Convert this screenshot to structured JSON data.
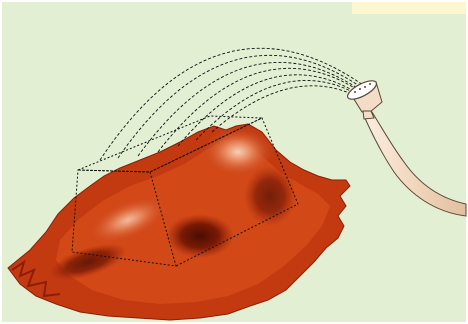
{
  "scene": {
    "subject": "terrain-surface-with-watering-spray",
    "icons": [
      "terrain-mesh",
      "bounding-box-wireframe",
      "water-spray-arcs",
      "hose-nozzle-icon",
      "hose-tube"
    ],
    "colors": {
      "background": "#e3efd3",
      "highlight_strip": "#fdf6cf",
      "terrain_dark": "#8a1e06",
      "terrain_mid": "#c33a10",
      "terrain_bright": "#e0531e",
      "terrain_light": "#f4c3a8",
      "hose_fill": "#f4ddc8",
      "hose_stroke": "#5a4636",
      "wire": "#111111"
    }
  }
}
